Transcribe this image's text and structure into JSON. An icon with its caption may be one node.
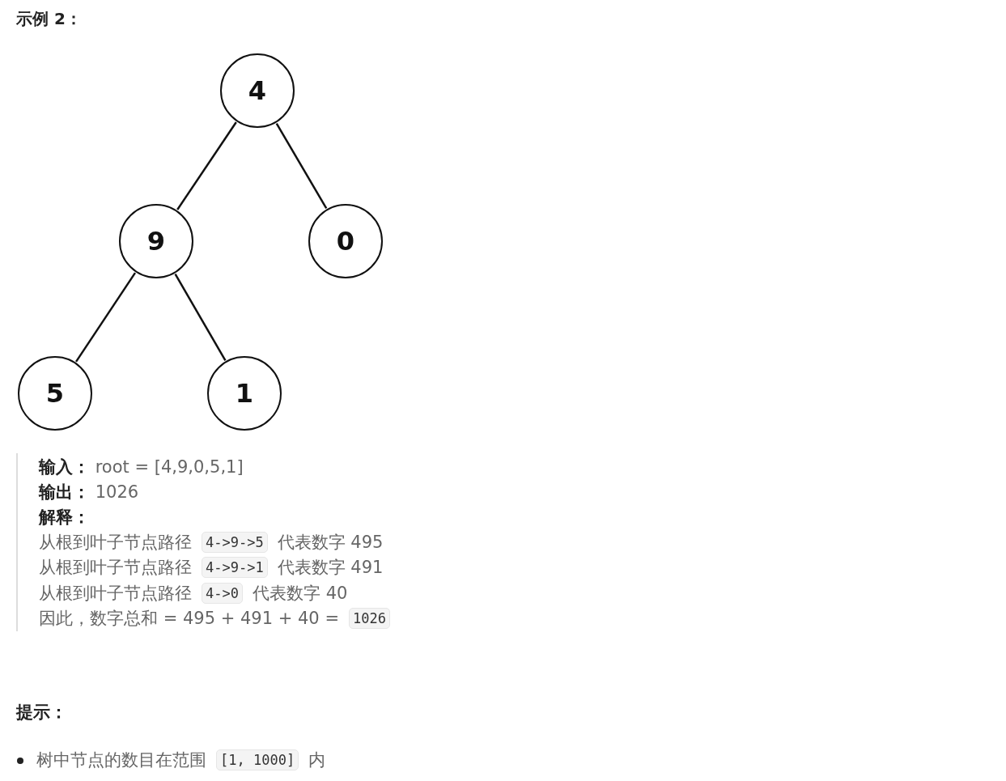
{
  "diagram": {
    "title": "示例 2：",
    "nodes": [
      {
        "text": [
          "4"
        ]
      },
      {
        "text": [
          "9"
        ]
      },
      {
        "text": [
          "0"
        ]
      },
      {
        "text": [
          "5"
        ]
      },
      {
        "text": [
          "1"
        ]
      }
    ],
    "edges": [
      {
        "from": 0,
        "to": 1,
        "arrow": "none"
      },
      {
        "from": 0,
        "to": 2,
        "arrow": "none"
      },
      {
        "from": 1,
        "to": 3,
        "arrow": "none"
      },
      {
        "from": 1,
        "to": 4,
        "arrow": "none"
      }
    ],
    "labels": [
      "**输入：** root = [4,9,0,5,1]",
      "**输出：** 1026",
      "解释：",
      "从根到叶子节点路径",
      "4->9->5",
      "代表数字 495",
      "从根到叶子节点路径",
      "4->9->1",
      "代表数字 491",
      "从根到叶子节点路径",
      "4->0",
      "代表数字 40",
      "因此，数字总和 = 495 + 491 + 40 =",
      "1026",
      "提示：",
      "树中节点的数目在范围",
      "[1, 1000]",
      "内"
    ]
  }
}
